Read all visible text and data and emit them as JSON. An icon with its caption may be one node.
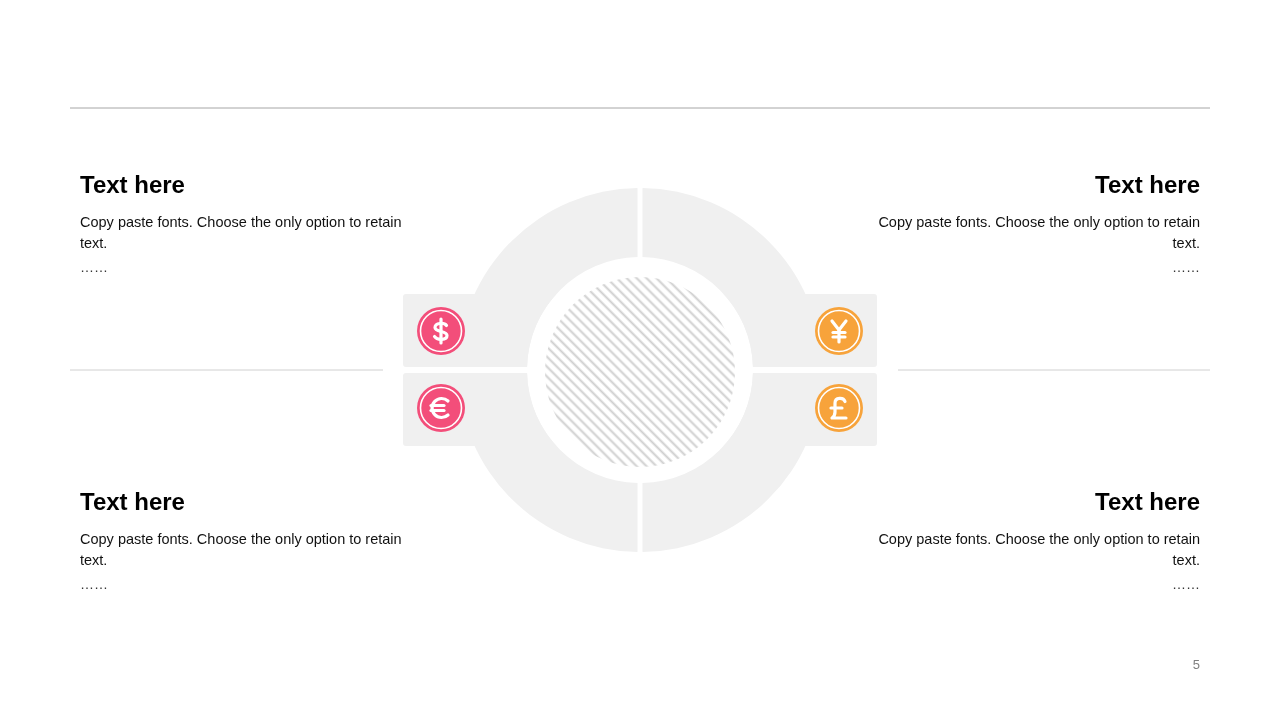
{
  "diagram": {
    "nodes": [
      {
        "text": [],
        "shape": "circle"
      }
    ],
    "labels": [
      "Text here",
      "Copy paste fonts. Choose the only option to retain text.",
      "……",
      "Text here",
      "Copy paste fonts. Choose the only option to retain text.",
      "……",
      "Text here",
      "Copy paste fonts. Choose the only option to retain text.",
      "……",
      "Text here",
      "Copy paste fonts. Choose the only option to retain text.",
      "……",
      "5"
    ]
  }
}
